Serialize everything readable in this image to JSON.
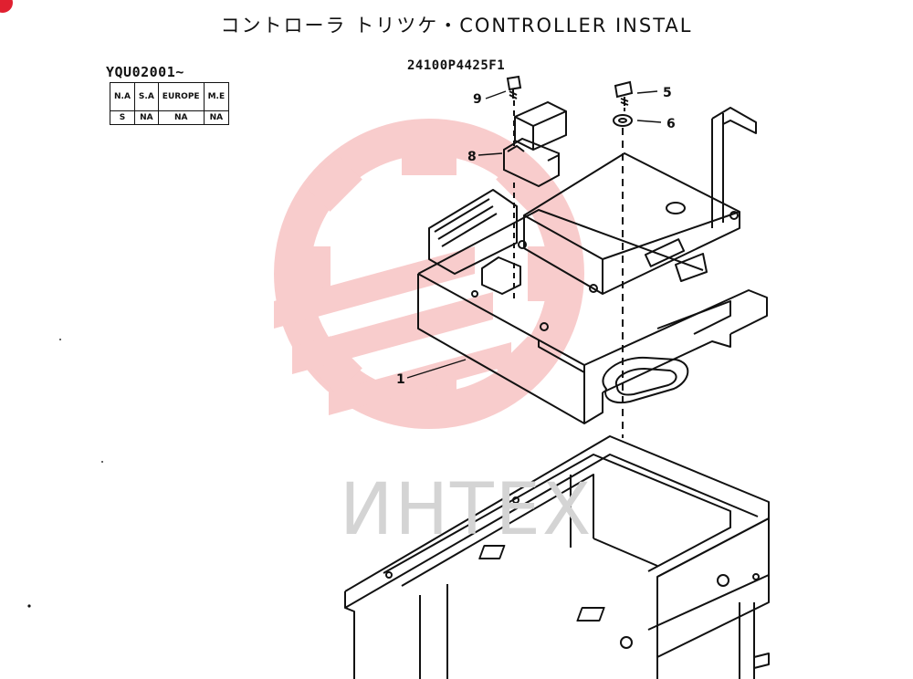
{
  "header": {
    "title": "コントローラ トリツケ・CONTROLLER INSTAL"
  },
  "applicability": {
    "serial_from": "YQU02001~",
    "columns": [
      "N.A",
      "S.A",
      "EUROPE",
      "M.E"
    ],
    "values": [
      "S",
      "NA",
      "NA",
      "NA"
    ]
  },
  "diagram": {
    "part_number": "24100P4425F1",
    "callouts": [
      "1",
      "5",
      "6",
      "8",
      "9"
    ]
  },
  "watermark": {
    "text": "ИНТЕХ",
    "color": "#e84a4a"
  }
}
